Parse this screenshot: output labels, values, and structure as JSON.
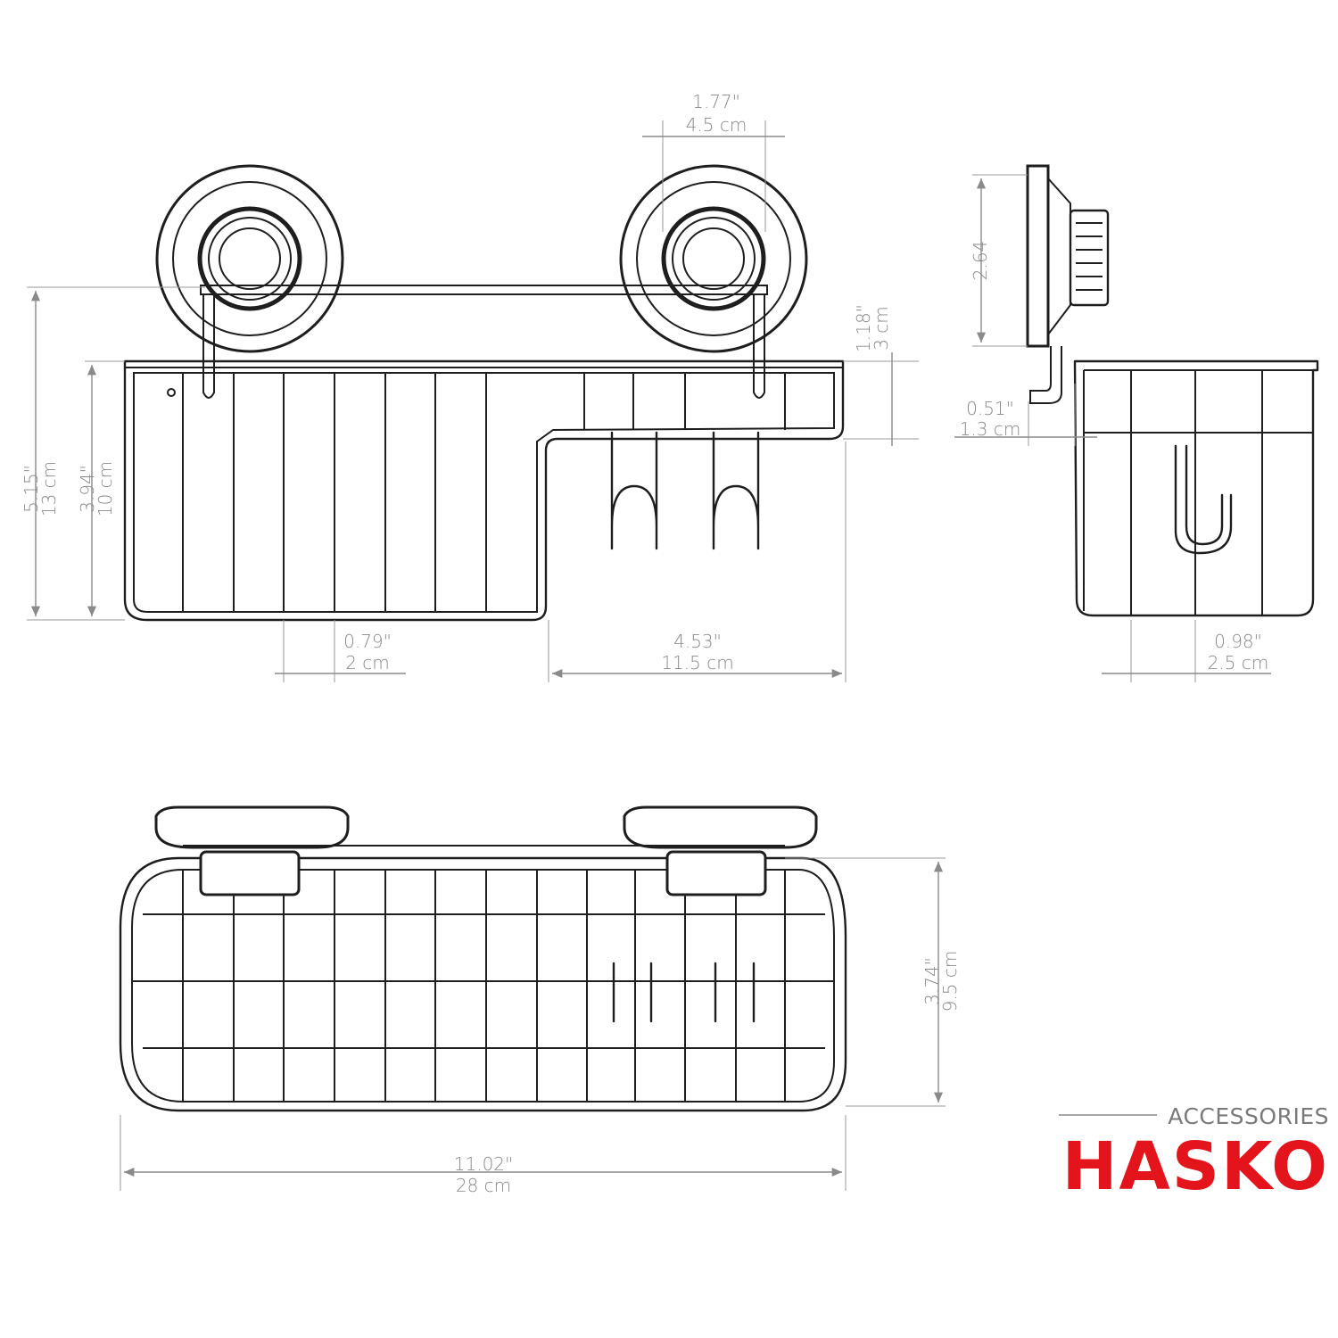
{
  "brand": {
    "sub_label": "ACCESSORIES",
    "name": "HASKO",
    "color": "#e3141b"
  },
  "dimensions": {
    "front_top_width_in": "1.77\"",
    "front_top_width_cm": "4.5 cm",
    "front_total_height_in": "5.15\"",
    "front_total_height_cm": "13 cm",
    "front_basket_height_in": "3.94\"",
    "front_basket_height_cm": "10 cm",
    "front_hook_depth_in": "1.18\"",
    "front_hook_depth_cm": "3 cm",
    "front_wire_gap_in": "0.79\"",
    "front_wire_gap_cm": "2 cm",
    "front_hook_section_in": "4.53\"",
    "front_hook_section_cm": "11.5 cm",
    "side_cup_height": "2.64",
    "side_offset_in": "0.51\"",
    "side_offset_cm": "1.3 cm",
    "side_wire_gap_in": "0.98\"",
    "side_wire_gap_cm": "2.5 cm",
    "top_depth_in": "3.74\"",
    "top_depth_cm": "9.5 cm",
    "top_width_in": "11.02\"",
    "top_width_cm": "28 cm"
  }
}
